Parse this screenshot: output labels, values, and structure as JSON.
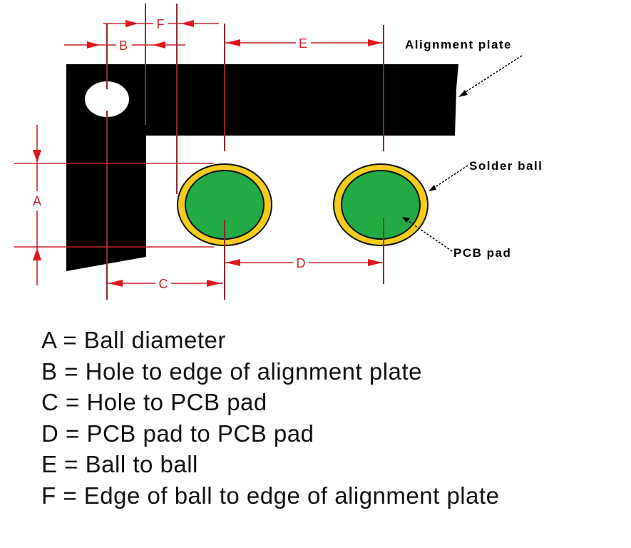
{
  "diagram": {
    "dimension_labels": {
      "A": "A",
      "B": "B",
      "C": "C",
      "D": "D",
      "E": "E",
      "F": "F"
    },
    "callouts": {
      "alignment_plate": "Alignment plate",
      "solder_ball": "Solder ball",
      "pcb_pad": "PCB pad"
    },
    "colors": {
      "plate": "#000000",
      "dimension": "#c8232c",
      "solder_ball": "#f5cc1c",
      "pcb_pad": "#22aa44"
    }
  },
  "legend": [
    "A = Ball diameter",
    "B = Hole to edge of alignment plate",
    "C = Hole to PCB pad",
    "D = PCB pad to PCB pad",
    "E = Ball to ball",
    "F = Edge of ball to edge of alignment plate"
  ]
}
